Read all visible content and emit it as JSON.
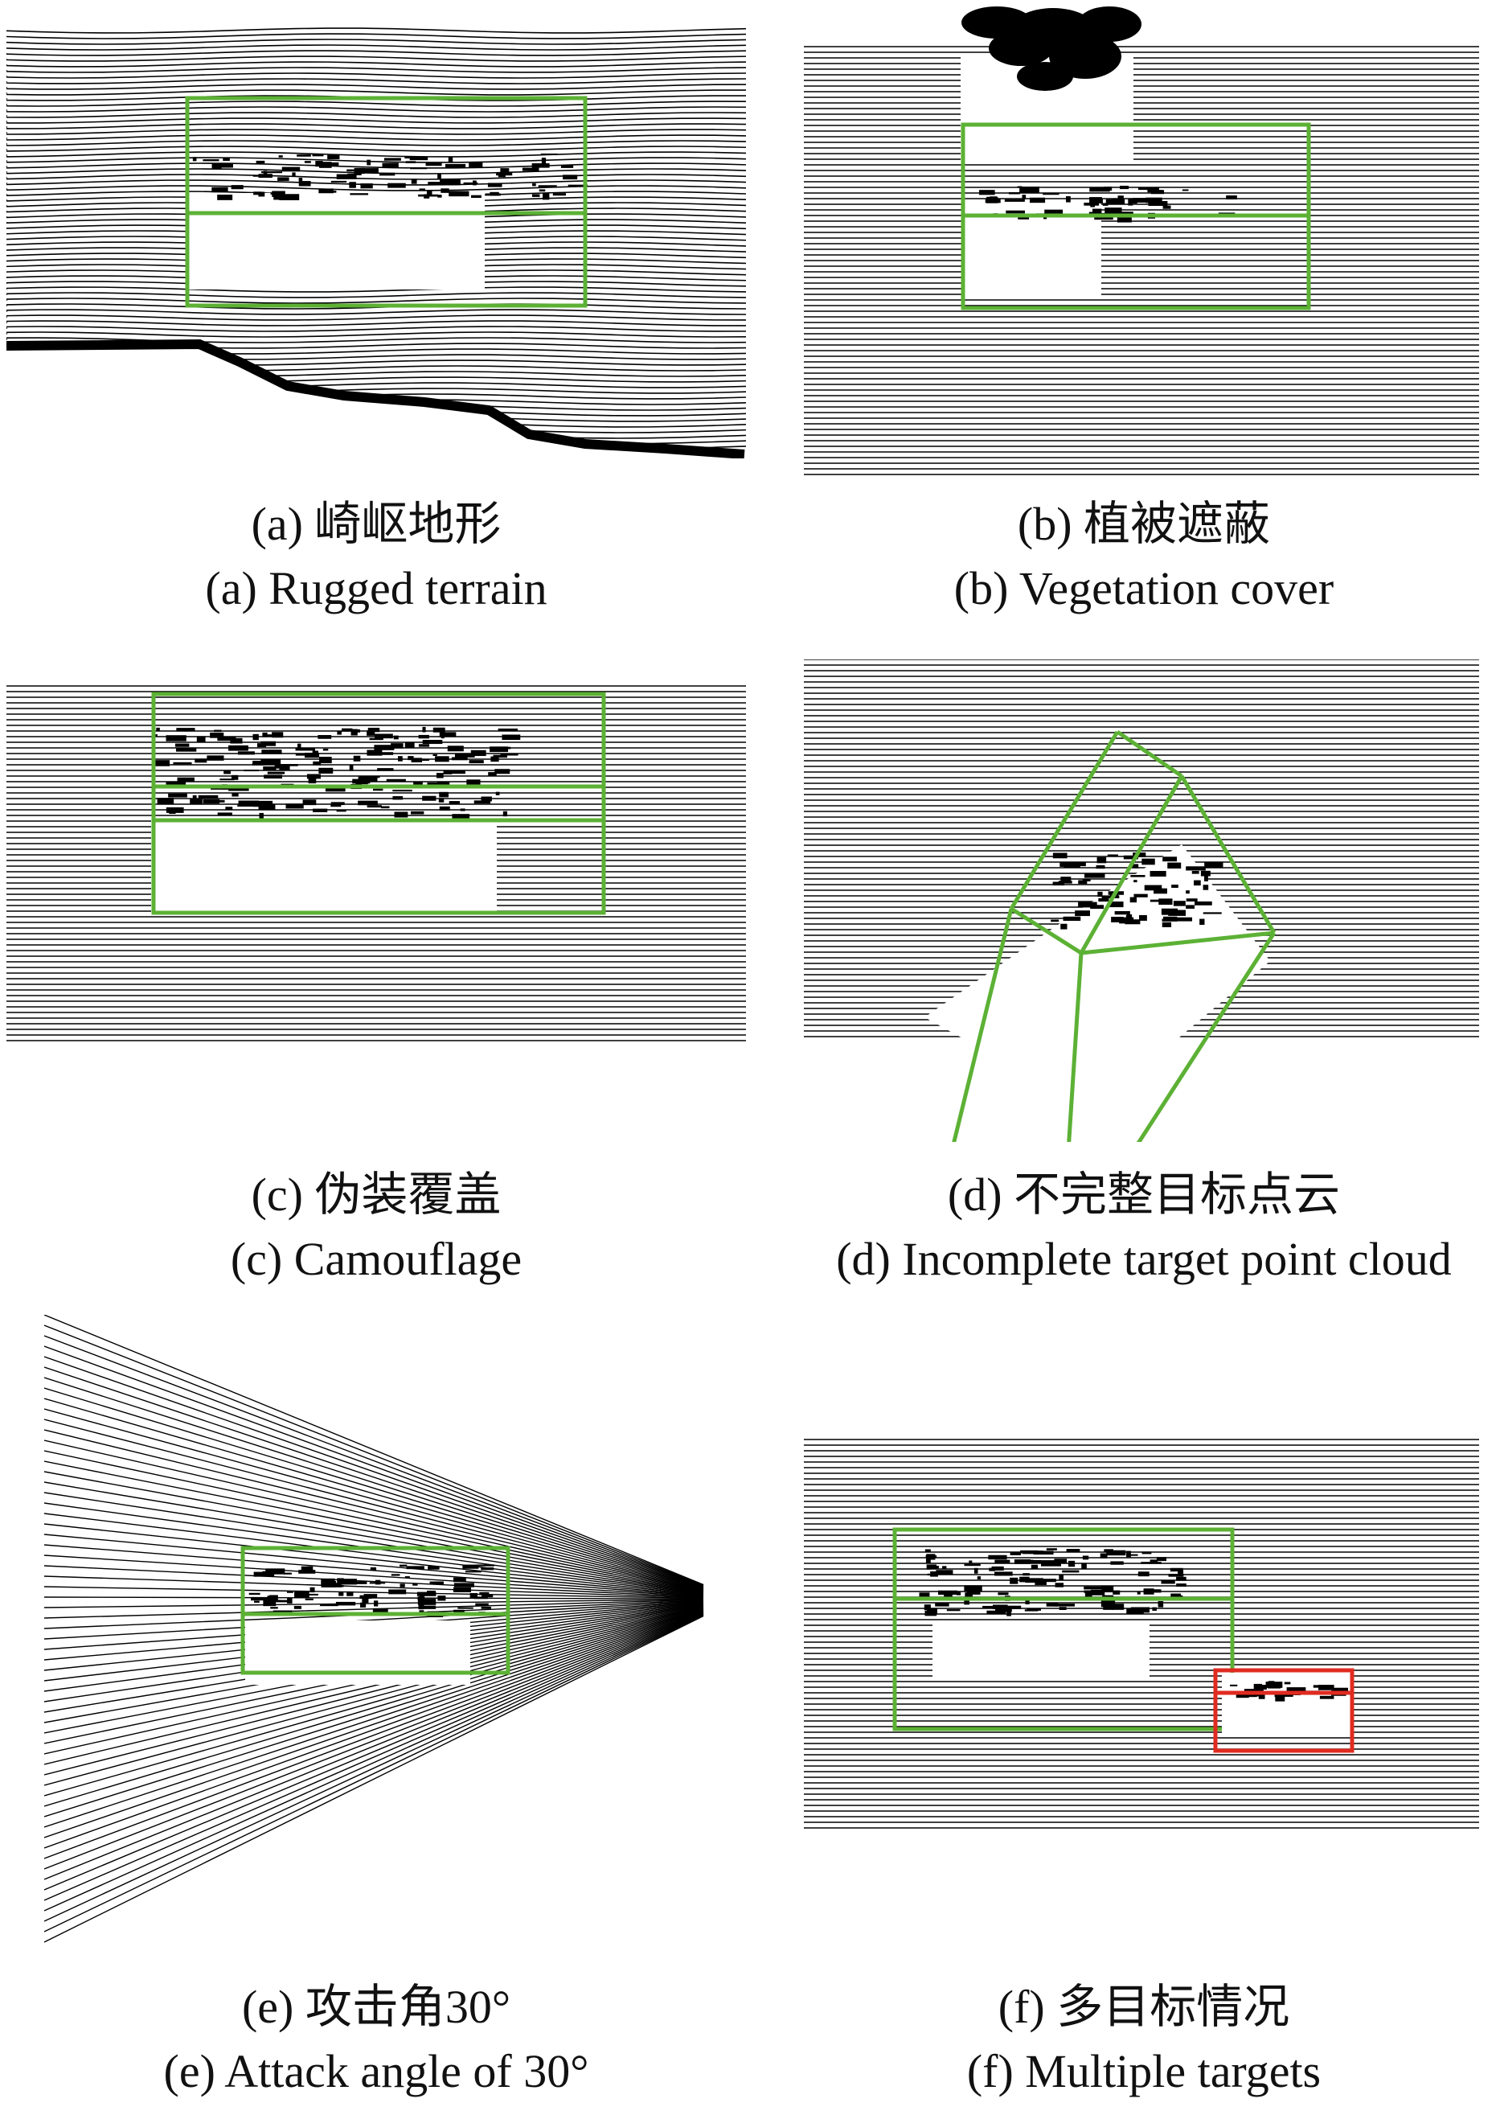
{
  "colors": {
    "scan": "#000000",
    "box_green": "#5cb135",
    "box_red": "#e02b20",
    "background": "#ffffff"
  },
  "panels": [
    {
      "id": "a",
      "cn": "(a) 崎岖地形",
      "en": "(a) Rugged terrain",
      "boxes": [
        {
          "color": "green"
        }
      ]
    },
    {
      "id": "b",
      "cn": "(b) 植被遮蔽",
      "en": "(b) Vegetation cover",
      "boxes": [
        {
          "color": "green"
        }
      ]
    },
    {
      "id": "c",
      "cn": "(c) 伪装覆盖",
      "en": "(c) Camouflage",
      "boxes": [
        {
          "color": "green"
        }
      ]
    },
    {
      "id": "d",
      "cn": "(d) 不完整目标点云",
      "en": "(d) Incomplete target point cloud",
      "boxes": [
        {
          "color": "green"
        }
      ]
    },
    {
      "id": "e",
      "cn": "(e) 攻击角30°",
      "en": "(e) Attack angle of 30°",
      "boxes": [
        {
          "color": "green"
        }
      ]
    },
    {
      "id": "f",
      "cn": "(f) 多目标情况",
      "en": "(f) Multiple targets",
      "boxes": [
        {
          "color": "green"
        },
        {
          "color": "red"
        }
      ]
    }
  ]
}
